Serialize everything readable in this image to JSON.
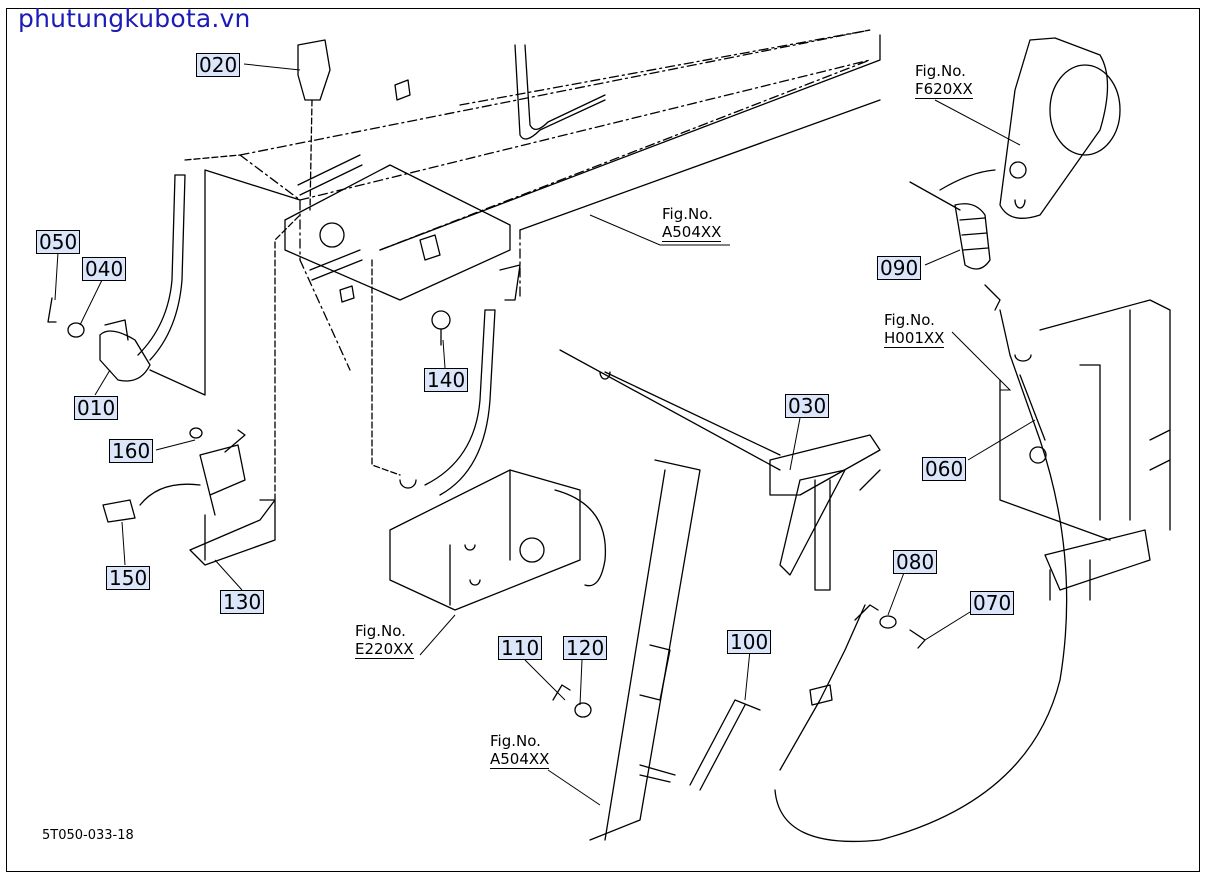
{
  "watermark": "phutungkubota.vn",
  "drawing_code": "5T050-033-18",
  "part_labels": [
    "020",
    "050",
    "040",
    "010",
    "160",
    "150",
    "130",
    "140",
    "030",
    "090",
    "060",
    "080",
    "070",
    "100",
    "110",
    "120"
  ],
  "figure_refs": [
    {
      "line1": "Fig.No.",
      "line2": "F620XX"
    },
    {
      "line1": "Fig.No.",
      "line2": "A504XX"
    },
    {
      "line1": "Fig.No.",
      "line2": "H001XX"
    },
    {
      "line1": "Fig.No.",
      "line2": "E220XX"
    },
    {
      "line1": "Fig.No.",
      "line2": "A504XX"
    }
  ],
  "colors": {
    "label_fill": "#dbe6fb",
    "watermark": "#1b1bb8"
  }
}
